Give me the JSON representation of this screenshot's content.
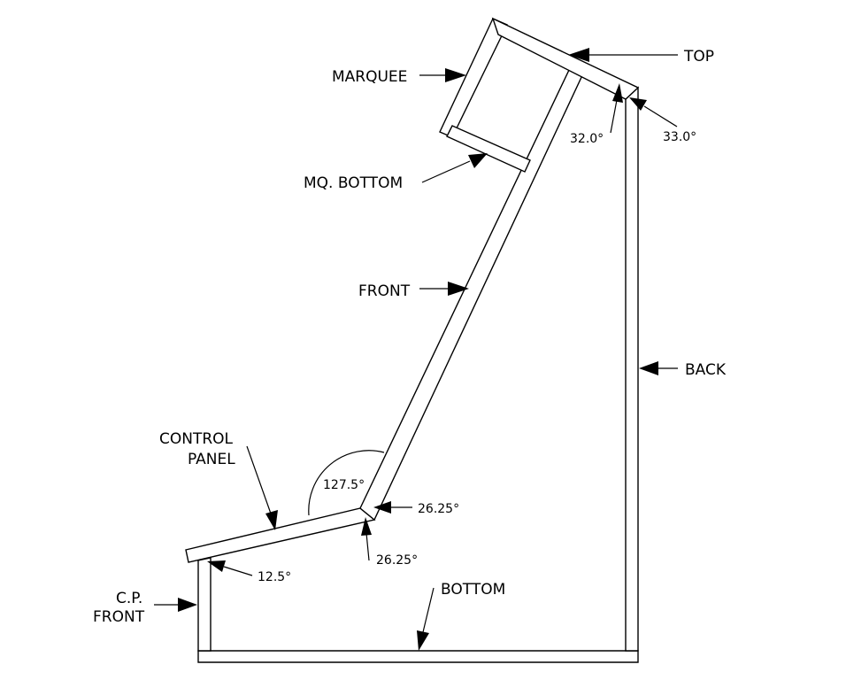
{
  "labels": {
    "top": "TOP",
    "marquee": "MARQUEE",
    "mq_bottom": "MQ. BOTTOM",
    "front": "FRONT",
    "back": "BACK",
    "control_panel_1": "CONTROL",
    "control_panel_2": "PANEL",
    "cp_front_1": "C.P.",
    "cp_front_2": "FRONT",
    "bottom": "BOTTOM"
  },
  "angles": {
    "top_front": "32.0°",
    "top_back": "33.0°",
    "cp_interior": "127.5°",
    "front_lower": "26.25°",
    "cp_lower": "26.25°",
    "cp_front": "12.5°"
  }
}
